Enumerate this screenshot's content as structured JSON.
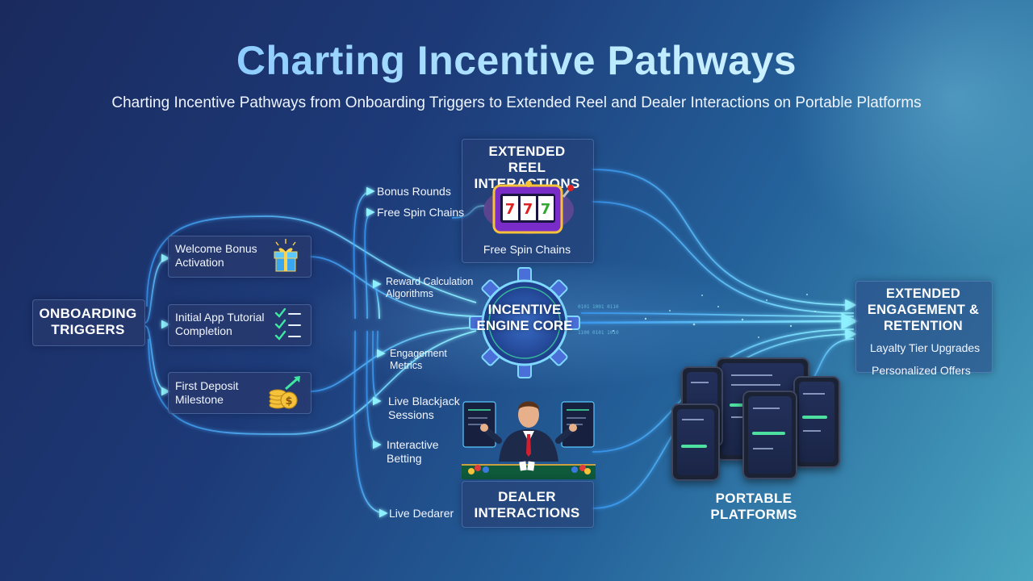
{
  "title": "Charting Incentive Pathways",
  "subtitle": "Charting Incentive Pathways from Onboarding Triggers to Extended Reel and Dealer Interactions on Portable Platforms",
  "onboarding": {
    "heading": "ONBOARDING TRIGGERS",
    "items": [
      {
        "label": "Welcome Bonus Activation",
        "icon": "gift-icon"
      },
      {
        "label": "Initial App Tutorial Completion",
        "icon": "checklist-icon"
      },
      {
        "label": "First Deposit Milestone",
        "icon": "coins-icon"
      }
    ]
  },
  "reel": {
    "heading": "EXTENDED REEL INTERACTIONS",
    "icon": "slot-machine-icon",
    "caption": "Free Spin Chains",
    "inputs": [
      "Bonus Rounds",
      "Free Spin Chains"
    ]
  },
  "engine": {
    "heading": "INCENTIVE ENGINE CORE",
    "icon": "gear-icon",
    "inputs": [
      "Reward Calculation Algorithms",
      "Engagement Metrics"
    ]
  },
  "dealer": {
    "heading": "DEALER INTERACTIONS",
    "icon": "live-dealer-icon",
    "inputs": [
      "Live Blackjack Sessions",
      "Interactive Betting",
      "Live Dedarer"
    ]
  },
  "platforms": {
    "heading": "PORTABLE PLATFORMS",
    "icon": "mobile-devices-icon"
  },
  "retention": {
    "heading": "EXTENDED ENGAGEMENT & RETENTION",
    "items": [
      "Layalty Tier Upgrades",
      "Personalized Offers"
    ]
  },
  "colors": {
    "flow": "#5fd8ff",
    "accent_green": "#3ee8a0",
    "gold": "#f5c23a",
    "title_gradient_start": "#6fb8ff",
    "title_gradient_end": "#e6fbff"
  }
}
